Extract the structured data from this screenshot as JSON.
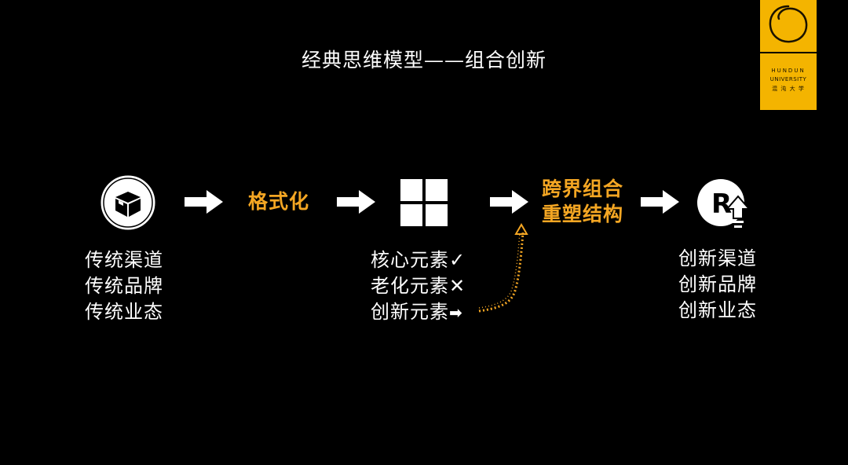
{
  "title": "经典思维模型——组合创新",
  "logo": {
    "line1": "HUNDUN",
    "line2": "UNIVERSITY",
    "line3": "混 沌 大 学",
    "bg_color": "#f4b400"
  },
  "colors": {
    "background": "#000000",
    "accent": "#f4a623",
    "text": "#ffffff"
  },
  "flow": {
    "icons": [
      "box-icon",
      "grid-icon",
      "r-upload-icon"
    ],
    "step2_label": "格式化",
    "step4_label_line1": "跨界组合",
    "step4_label_line2": "重塑结构"
  },
  "traditional": [
    "传统渠道",
    "传统品牌",
    "传统业态"
  ],
  "elements": [
    {
      "text": "核心元素",
      "mark": "✓"
    },
    {
      "text": "老化元素",
      "mark": "✕"
    },
    {
      "text": "创新元素",
      "mark": "➡"
    }
  ],
  "innovation": [
    "创新渠道",
    "创新品牌",
    "创新业态"
  ]
}
